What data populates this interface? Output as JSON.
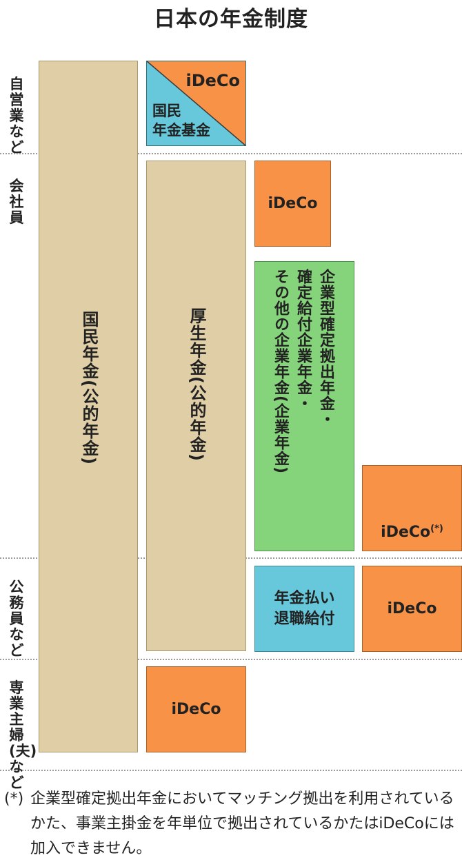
{
  "title": "日本の年金制度",
  "row_labels": {
    "self_employed": "自営業など",
    "employee": "会社員",
    "civil_servant": "公務員など",
    "housewife": "専業主婦(夫)など"
  },
  "boxes": {
    "national_pension": "国民年金(公的年金)",
    "employees_pension": "厚生年金(公的年金)",
    "ideco_label": "iDeCo",
    "national_pension_fund": "国民\n年金基金",
    "corporate_pension": "企業型確定拠出年金・\n確定給付企業年金・\nその他の企業年金(企業年金)",
    "ideco_star": "iDeCo",
    "ideco_star_mark": "(*)",
    "retirement_benefit": "年金払い\n退職給付"
  },
  "footnote": {
    "mark": "(*)",
    "text": "企業型確定拠出年金においてマッチング拠出を利用されているかた、事業主掛金を年単位で拠出されているかたはiDeCoには加入できません。"
  },
  "colors": {
    "tan": "#e0cfa6",
    "orange": "#f79247",
    "blue": "#66c8da",
    "green": "#85d47b"
  }
}
